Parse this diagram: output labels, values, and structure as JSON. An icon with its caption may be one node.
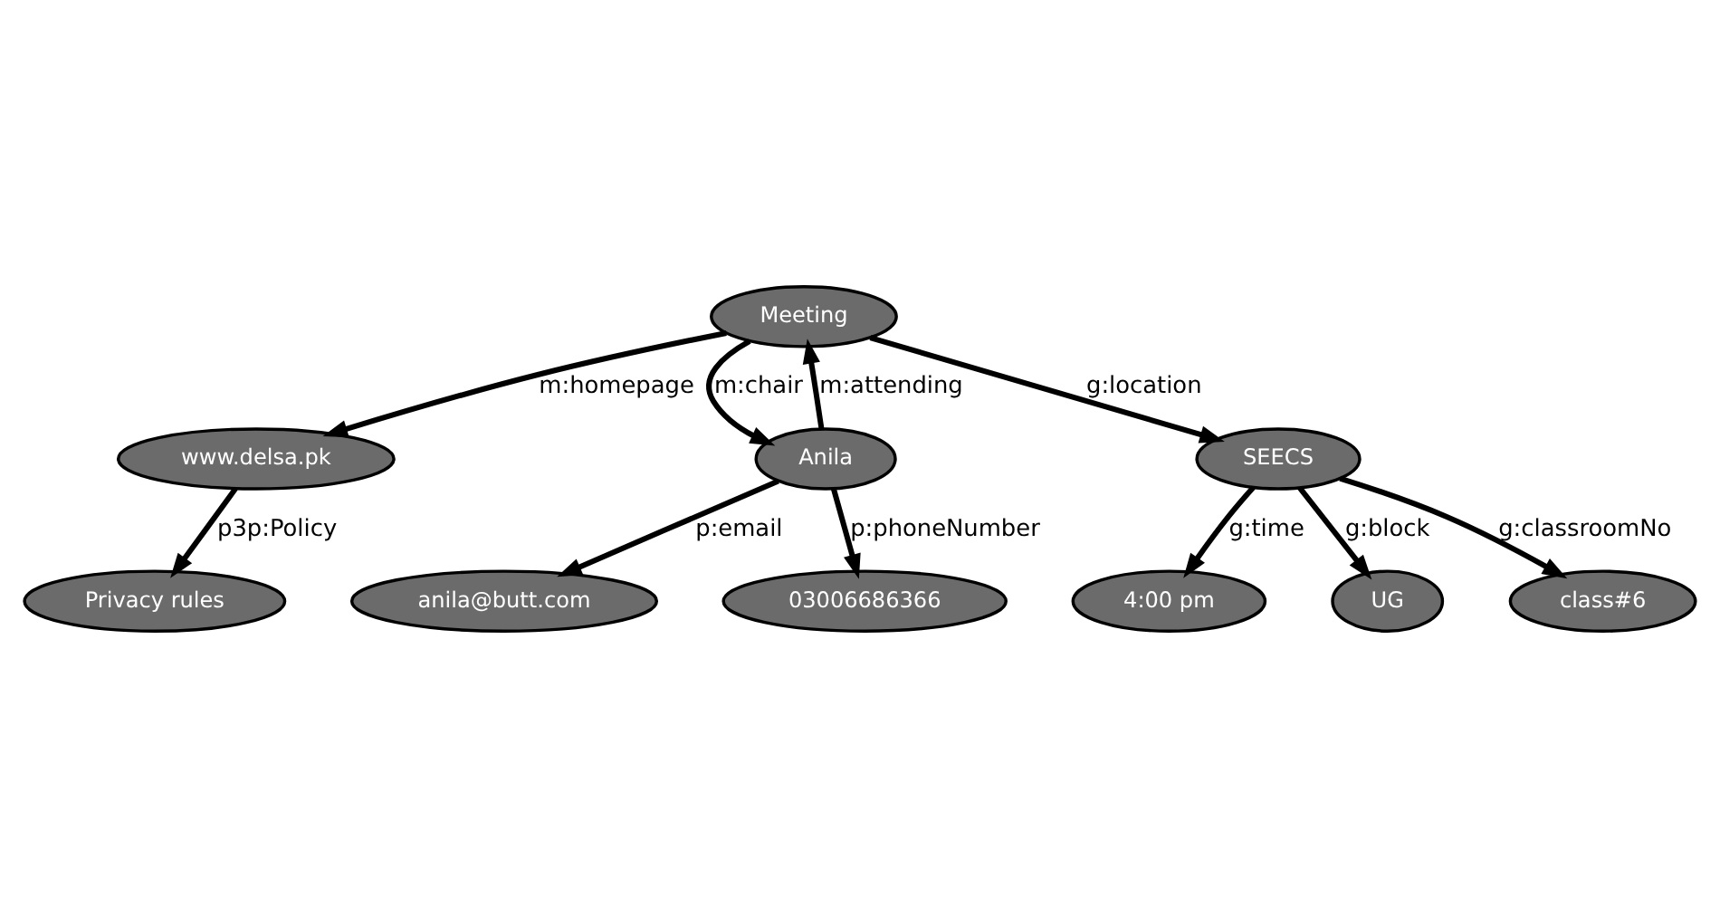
{
  "diagram": {
    "nodes": [
      {
        "text": [
          "Meeting"
        ]
      },
      {
        "text": [
          "www.delsa.pk"
        ]
      },
      {
        "text": [
          "Privacy rules"
        ]
      },
      {
        "text": [
          "Anila"
        ]
      },
      {
        "text": [
          "SEECS"
        ]
      },
      {
        "text": [
          "anila@butt.com"
        ]
      },
      {
        "text": [
          "03006686366"
        ]
      },
      {
        "text": [
          "4:00 pm"
        ]
      },
      {
        "text": [
          "UG"
        ]
      },
      {
        "text": [
          "class#6"
        ]
      }
    ],
    "edges": [
      {
        "from": 0,
        "to": 1,
        "arrow": "to",
        "label": "m:homepage"
      },
      {
        "from": 1,
        "to": 2,
        "arrow": "to",
        "label": "p3p:Policy"
      },
      {
        "from": 0,
        "to": 3,
        "arrow": "to",
        "label": "m:chair"
      },
      {
        "from": 3,
        "to": 0,
        "arrow": "to",
        "label": "m:attending"
      },
      {
        "from": 0,
        "to": 4,
        "arrow": "to",
        "label": "g:location"
      },
      {
        "from": 3,
        "to": 5,
        "arrow": "to",
        "label": "p:email"
      },
      {
        "from": 3,
        "to": 6,
        "arrow": "to",
        "label": "p:phoneNumber"
      },
      {
        "from": 4,
        "to": 7,
        "arrow": "to",
        "label": "g:time"
      },
      {
        "from": 4,
        "to": 8,
        "arrow": "to",
        "label": "g:block"
      },
      {
        "from": 4,
        "to": 9,
        "arrow": "to",
        "label": "g:classroomNo"
      }
    ]
  }
}
